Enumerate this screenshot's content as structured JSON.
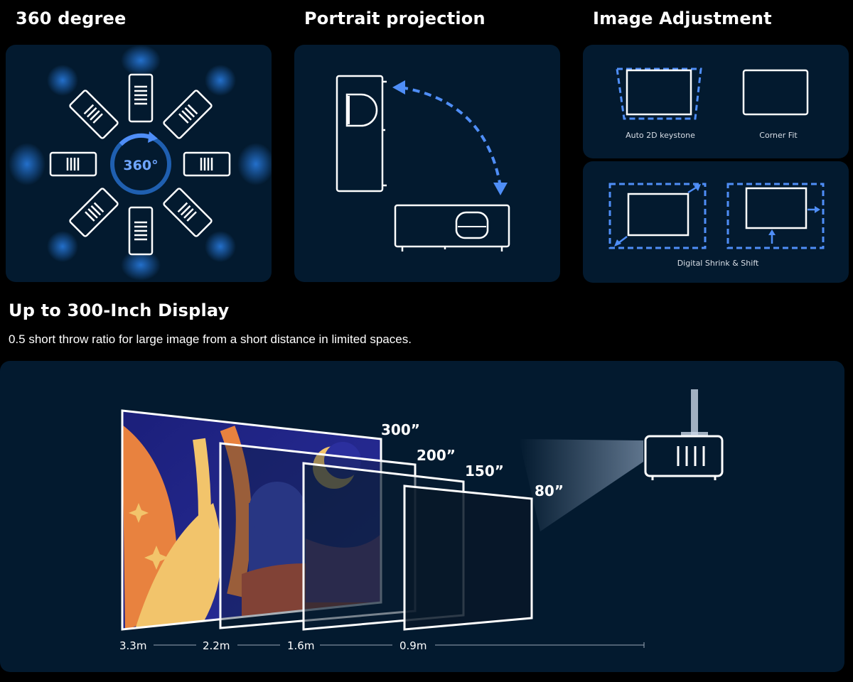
{
  "features": {
    "rotation": {
      "title": "360 degree",
      "badge": "360°"
    },
    "portrait": {
      "title": "Portrait projection"
    },
    "adjust": {
      "title": "Image Adjustment",
      "keystone_label": "Auto 2D keystone",
      "cornerfit_label": "Corner Fit",
      "shrink_label": "Digital Shrink & Shift"
    }
  },
  "display": {
    "title": "Up to 300-Inch Display",
    "subtitle": "0.5 short throw ratio for large image from a short distance in limited spaces.",
    "sizes": [
      "300”",
      "200”",
      "150”",
      "80”"
    ],
    "distances": [
      "3.3m",
      "2.2m",
      "1.6m",
      "0.9m"
    ]
  },
  "colors": {
    "background": "#000000",
    "card": "#031a2f",
    "accent": "#4f8ef7"
  }
}
